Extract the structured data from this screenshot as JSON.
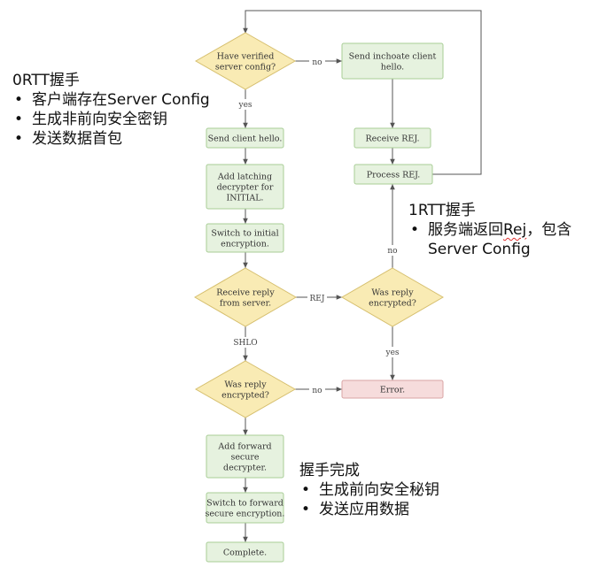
{
  "colors": {
    "process_fill": "#e6f2df",
    "process_stroke": "#a8cd96",
    "decision_fill": "#f9ebb4",
    "decision_stroke": "#d6bf6e",
    "error_fill": "#f6dcdc",
    "error_stroke": "#d9a5a5",
    "edge": "#555555"
  },
  "nodes": {
    "have_verified": [
      "Have verified",
      "server config?"
    ],
    "send_inchoate": [
      "Send inchoate client",
      "hello."
    ],
    "send_client_hello": [
      "Send client hello."
    ],
    "receive_rej": [
      "Receive REJ."
    ],
    "process_rej": [
      "Process REJ."
    ],
    "add_latching": [
      "Add latching",
      "decrypter for",
      "INITIAL."
    ],
    "switch_initial": [
      "Switch to initial",
      "encryption."
    ],
    "receive_reply": [
      "Receive reply",
      "from server."
    ],
    "was_reply_encrypted_1": [
      "Was reply",
      "encrypted?"
    ],
    "was_reply_encrypted_2": [
      "Was reply",
      "encrypted?"
    ],
    "error": [
      "Error."
    ],
    "add_forward": [
      "Add forward",
      "secure",
      "decrypter."
    ],
    "switch_forward": [
      "Switch to forward",
      "secure encryption."
    ],
    "complete": [
      "Complete."
    ]
  },
  "edge_labels": {
    "no_1": "no",
    "yes_1": "yes",
    "rej": "REJ",
    "no_2": "no",
    "yes_2": "yes",
    "shlo": "SHLO",
    "no_3": "no"
  },
  "annotations": {
    "zero_rtt": {
      "title": "0RTT握手",
      "items": [
        "客户端存在Server Config",
        "生成非前向安全密钥",
        "发送数据首包"
      ]
    },
    "one_rtt": {
      "title": "1RTT握手",
      "line1_before": "服务端返回",
      "line1_marked": "Rej",
      "line1_after": "，包含",
      "line2": "Server Config"
    },
    "done": {
      "title": "握手完成",
      "items": [
        "生成前向安全秘钥",
        "发送应用数据"
      ]
    }
  },
  "bullet": "•"
}
